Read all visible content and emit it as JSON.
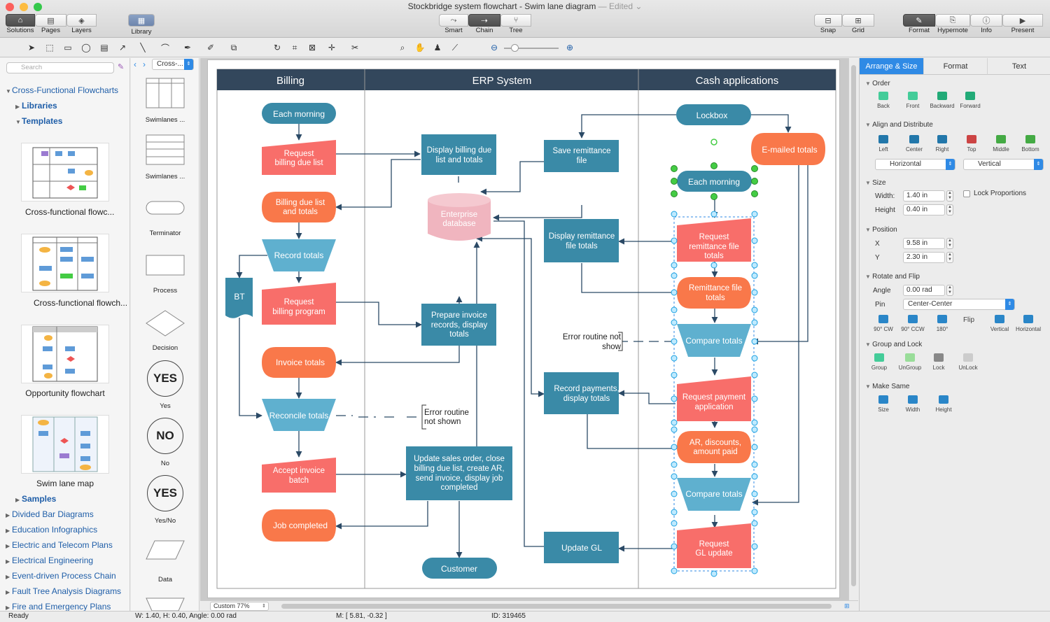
{
  "window": {
    "title": "Stockbridge system flowchart - Swim lane diagram",
    "edited": "— Edited ⌄"
  },
  "toolbar": {
    "solutions": "Solutions",
    "pages": "Pages",
    "layers": "Layers",
    "library": "Library",
    "smart": "Smart",
    "chain": "Chain",
    "tree": "Tree",
    "snap": "Snap",
    "grid": "Grid",
    "format": "Format",
    "hypernote": "Hypernote",
    "info": "Info",
    "present": "Present"
  },
  "left": {
    "search_placeholder": "Search",
    "tree": {
      "root": "Cross-Functional Flowcharts",
      "libraries": "Libraries",
      "templates": "Templates",
      "samples": "Samples",
      "others": [
        "Divided Bar Diagrams",
        "Education Infographics",
        "Electric and Telecom Plans",
        "Electrical Engineering",
        "Event-driven Process Chain",
        "Fault Tree Analysis Diagrams",
        "Fire and Emergency Plans"
      ]
    },
    "template_labels": [
      "Cross-functional flowc...",
      "Cross-functional flowch...",
      "Opportunity flowchart",
      "Swim lane map"
    ]
  },
  "library": {
    "dropdown": "Cross-...",
    "shapes": [
      "Swimlanes ...",
      "Swimlanes ...",
      "Terminator",
      "Process",
      "Decision",
      "Yes",
      "No",
      "Yes/No",
      "Data"
    ],
    "yes": "YES",
    "no": "NO"
  },
  "diagram": {
    "lanes": [
      "Billing",
      "ERP System",
      "Cash applications"
    ],
    "nodes": {
      "each_morning": "Each morning",
      "request_billing_due_list": [
        "Request",
        "billing due list"
      ],
      "billing_due_list_totals": [
        "Billing due list",
        "and totals"
      ],
      "record_totals": "Record totals",
      "bt": "BT",
      "request_billing_program": [
        "Request",
        "billing program"
      ],
      "invoice_totals": "Invoice totals",
      "reconcile_totals": "Reconcile totals",
      "error_routine_1": [
        "Error routine",
        "not shown"
      ],
      "accept_invoice_batch": [
        "Accept invoice",
        "batch"
      ],
      "job_completed": "Job completed",
      "display_billing_due": [
        "Display billing due",
        "list and totals"
      ],
      "enterprise_database": [
        "Enterprise",
        "database"
      ],
      "save_remittance": [
        "Save remittance",
        "file"
      ],
      "display_remittance": [
        "Display remittance",
        "file totals"
      ],
      "prepare_invoice": [
        "Prepare invoice",
        "records, display",
        "totals"
      ],
      "record_payments": [
        "Record payments,",
        "display totals"
      ],
      "update_sales_order": [
        "Update sales order, close",
        "billing due list, create AR,",
        "send invoice, display job",
        "completed"
      ],
      "update_gl": "Update GL",
      "customer": "Customer",
      "lockbox": "Lockbox",
      "emailed_totals": "E-mailed totals",
      "each_morning_2": "Each morning",
      "request_remittance": [
        "Request",
        "remittance file",
        "totals"
      ],
      "remittance_file_totals": [
        "Remittance file",
        "totals"
      ],
      "error_routine_2": [
        "Error routine not",
        "show"
      ],
      "compare_totals_1": "Compare totals",
      "request_payment_app": [
        "Request payment",
        "application"
      ],
      "ar_discounts": [
        "AR, discounts,",
        "amount paid"
      ],
      "compare_totals_2": "Compare totals",
      "request_gl_update": [
        "Request",
        "GL update"
      ]
    }
  },
  "zoom": "Custom 77%",
  "right": {
    "tabs": [
      "Arrange & Size",
      "Format",
      "Text"
    ],
    "order": {
      "title": "Order",
      "items": [
        "Back",
        "Front",
        "Backward",
        "Forward"
      ]
    },
    "align": {
      "title": "Align and Distribute",
      "items": [
        "Left",
        "Center",
        "Right",
        "Top",
        "Middle",
        "Bottom"
      ],
      "horizontal": "Horizontal",
      "vertical": "Vertical"
    },
    "size": {
      "title": "Size",
      "width_label": "Width:",
      "width": "1.40 in",
      "height_label": "Height",
      "height": "0.40 in",
      "lock": "Lock Proportions"
    },
    "position": {
      "title": "Position",
      "x_label": "X",
      "x": "9.58 in",
      "y_label": "Y",
      "y": "2.30 in"
    },
    "rotate": {
      "title": "Rotate and Flip",
      "angle_label": "Angle",
      "angle": "0.00 rad",
      "pin_label": "Pin",
      "pin": "Center-Center",
      "items": [
        "90° CW",
        "90° CCW",
        "180°",
        "Flip",
        "Vertical",
        "Horizontal"
      ]
    },
    "group": {
      "title": "Group and Lock",
      "items": [
        "Group",
        "UnGroup",
        "Lock",
        "UnLock"
      ]
    },
    "same": {
      "title": "Make Same",
      "items": [
        "Size",
        "Width",
        "Height"
      ]
    }
  },
  "status": {
    "ready": "Ready",
    "dims": "W: 1.40,  H: 0.40,  Angle: 0.00 rad",
    "mouse": "M: [ 5.81, -0.32 ]",
    "id": "ID: 319465"
  },
  "colors": {
    "orange": "#f9784a",
    "salmon": "#f86e6a",
    "teal": "#3a8aa7",
    "dark_teal": "#2e7c98",
    "lane_header": "#33475c",
    "db_pink": "#f0b5bf",
    "blue": "#2f8ae5",
    "accent_blue": "#1f5ea8"
  }
}
